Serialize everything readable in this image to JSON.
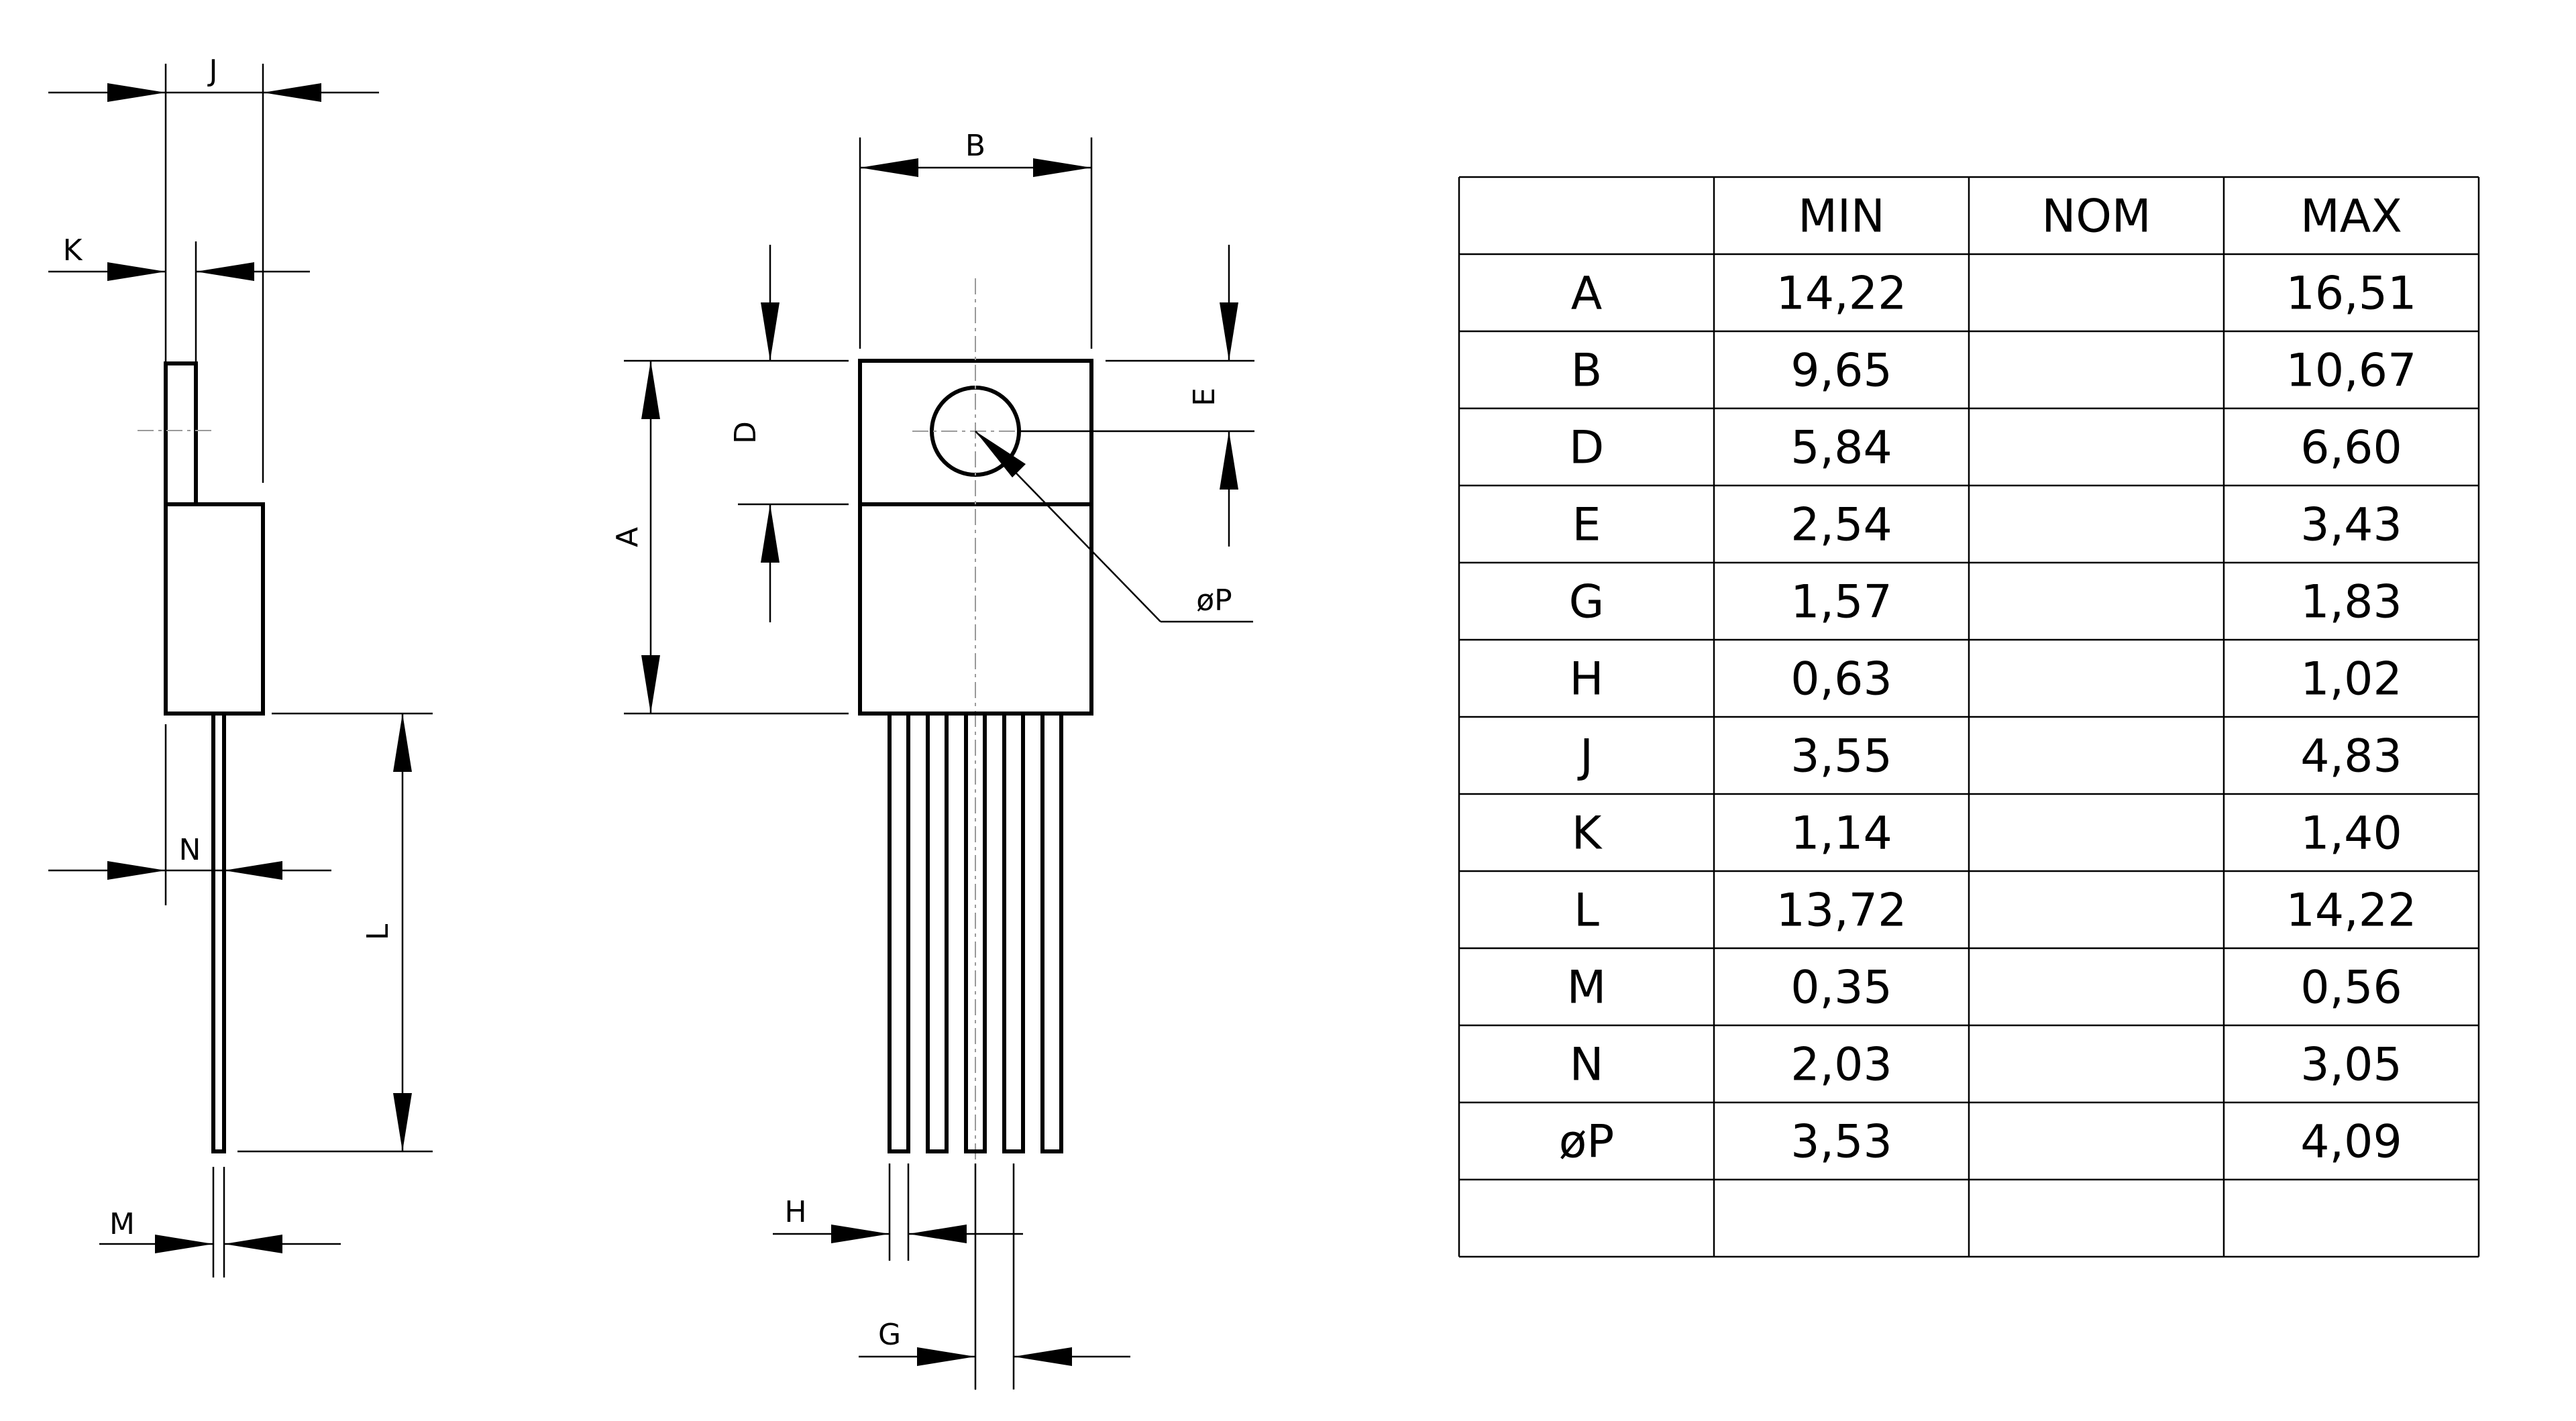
{
  "dimension_labels": {
    "J": "J",
    "K": "K",
    "N": "N",
    "L": "L",
    "M": "M",
    "B": "B",
    "A": "A",
    "D": "D",
    "E": "E",
    "P": "øP",
    "H": "H",
    "G": "G"
  },
  "table": {
    "headers": [
      "",
      "MIN",
      "NOM",
      "MAX"
    ],
    "rows": [
      [
        "A",
        "14,22",
        "",
        "16,51"
      ],
      [
        "B",
        "9,65",
        "",
        "10,67"
      ],
      [
        "D",
        "5,84",
        "",
        "6,60"
      ],
      [
        "E",
        "2,54",
        "",
        "3,43"
      ],
      [
        "G",
        "1,57",
        "",
        "1,83"
      ],
      [
        "H",
        "0,63",
        "",
        "1,02"
      ],
      [
        "J",
        "3,55",
        "",
        "4,83"
      ],
      [
        "K",
        "1,14",
        "",
        "1,40"
      ],
      [
        "L",
        "13,72",
        "",
        "14,22"
      ],
      [
        "M",
        "0,35",
        "",
        "0,56"
      ],
      [
        "N",
        "2,03",
        "",
        "3,05"
      ],
      [
        "øP",
        "3,53",
        "",
        "4,09"
      ],
      [
        "",
        "",
        "",
        ""
      ]
    ]
  }
}
